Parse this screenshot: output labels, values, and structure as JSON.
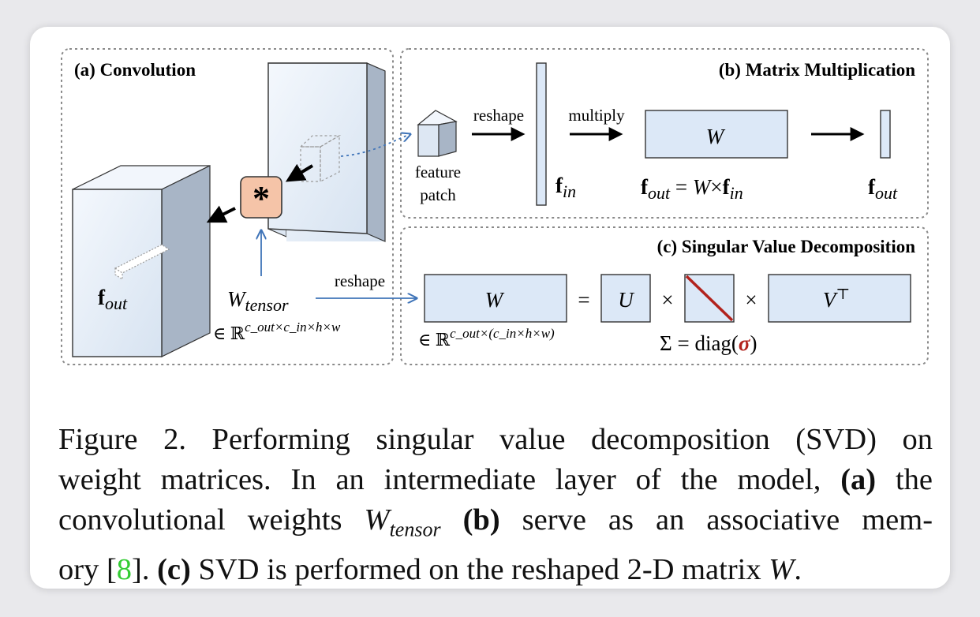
{
  "figure": {
    "panel_a": {
      "title": "(a) Convolution",
      "fout_label": "f",
      "fout_sub": "out",
      "conv_symbol": "*",
      "w_tensor": "W",
      "w_tensor_sub": "tensor",
      "domain": "∈ ℝ",
      "domain_sup": "c_out×c_in×h×w"
    },
    "panel_b": {
      "title": "(b) Matrix Multiplication",
      "feature_patch_1": "feature",
      "feature_patch_2": "patch",
      "reshape": "reshape",
      "multiply": "multiply",
      "w": "W",
      "fin": "f",
      "fin_sub": "in",
      "equation": "f_out = W×f_in",
      "fout": "f",
      "fout_sub": "out"
    },
    "panel_c": {
      "title": "(c) Singular Value Decomposition",
      "reshape": "reshape",
      "w": "W",
      "equals": "=",
      "u": "U",
      "times": "×",
      "vt": "V",
      "vt_sup": "⊤",
      "domain": "∈ ℝ",
      "domain_sup": "c_out×(c_in×h×w)",
      "sigma_eq": "Σ = diag(",
      "sigma": "σ",
      "sigma_close": ")"
    }
  },
  "caption": {
    "line1_a": "Figure 2.  Performing singular value decomposition (SVD) on",
    "line2": "weight matrices.  In an intermediate layer of the model,",
    "line2_b": "(a)",
    "line2_c": "the",
    "line3_a": "convolutional weights",
    "line3_w": "W",
    "line3_sub": "tensor",
    "line3_b": "(b)",
    "line3_c": "serve as an associative mem-",
    "line4_a": "ory [",
    "line4_ref": "8",
    "line4_b": "].",
    "line4_c": "(c)",
    "line4_d": "SVD is performed on the reshaped 2-D matrix",
    "line4_w": "W",
    "line4_e": "."
  },
  "colors": {
    "box_fill": "#dce8f7",
    "box_side": "#a9b6c6",
    "arrow_blue": "#3f74b8",
    "conv_fill": "#f5c4a8",
    "sigma_red": "#b2221c",
    "ref_green": "#33cc33"
  }
}
